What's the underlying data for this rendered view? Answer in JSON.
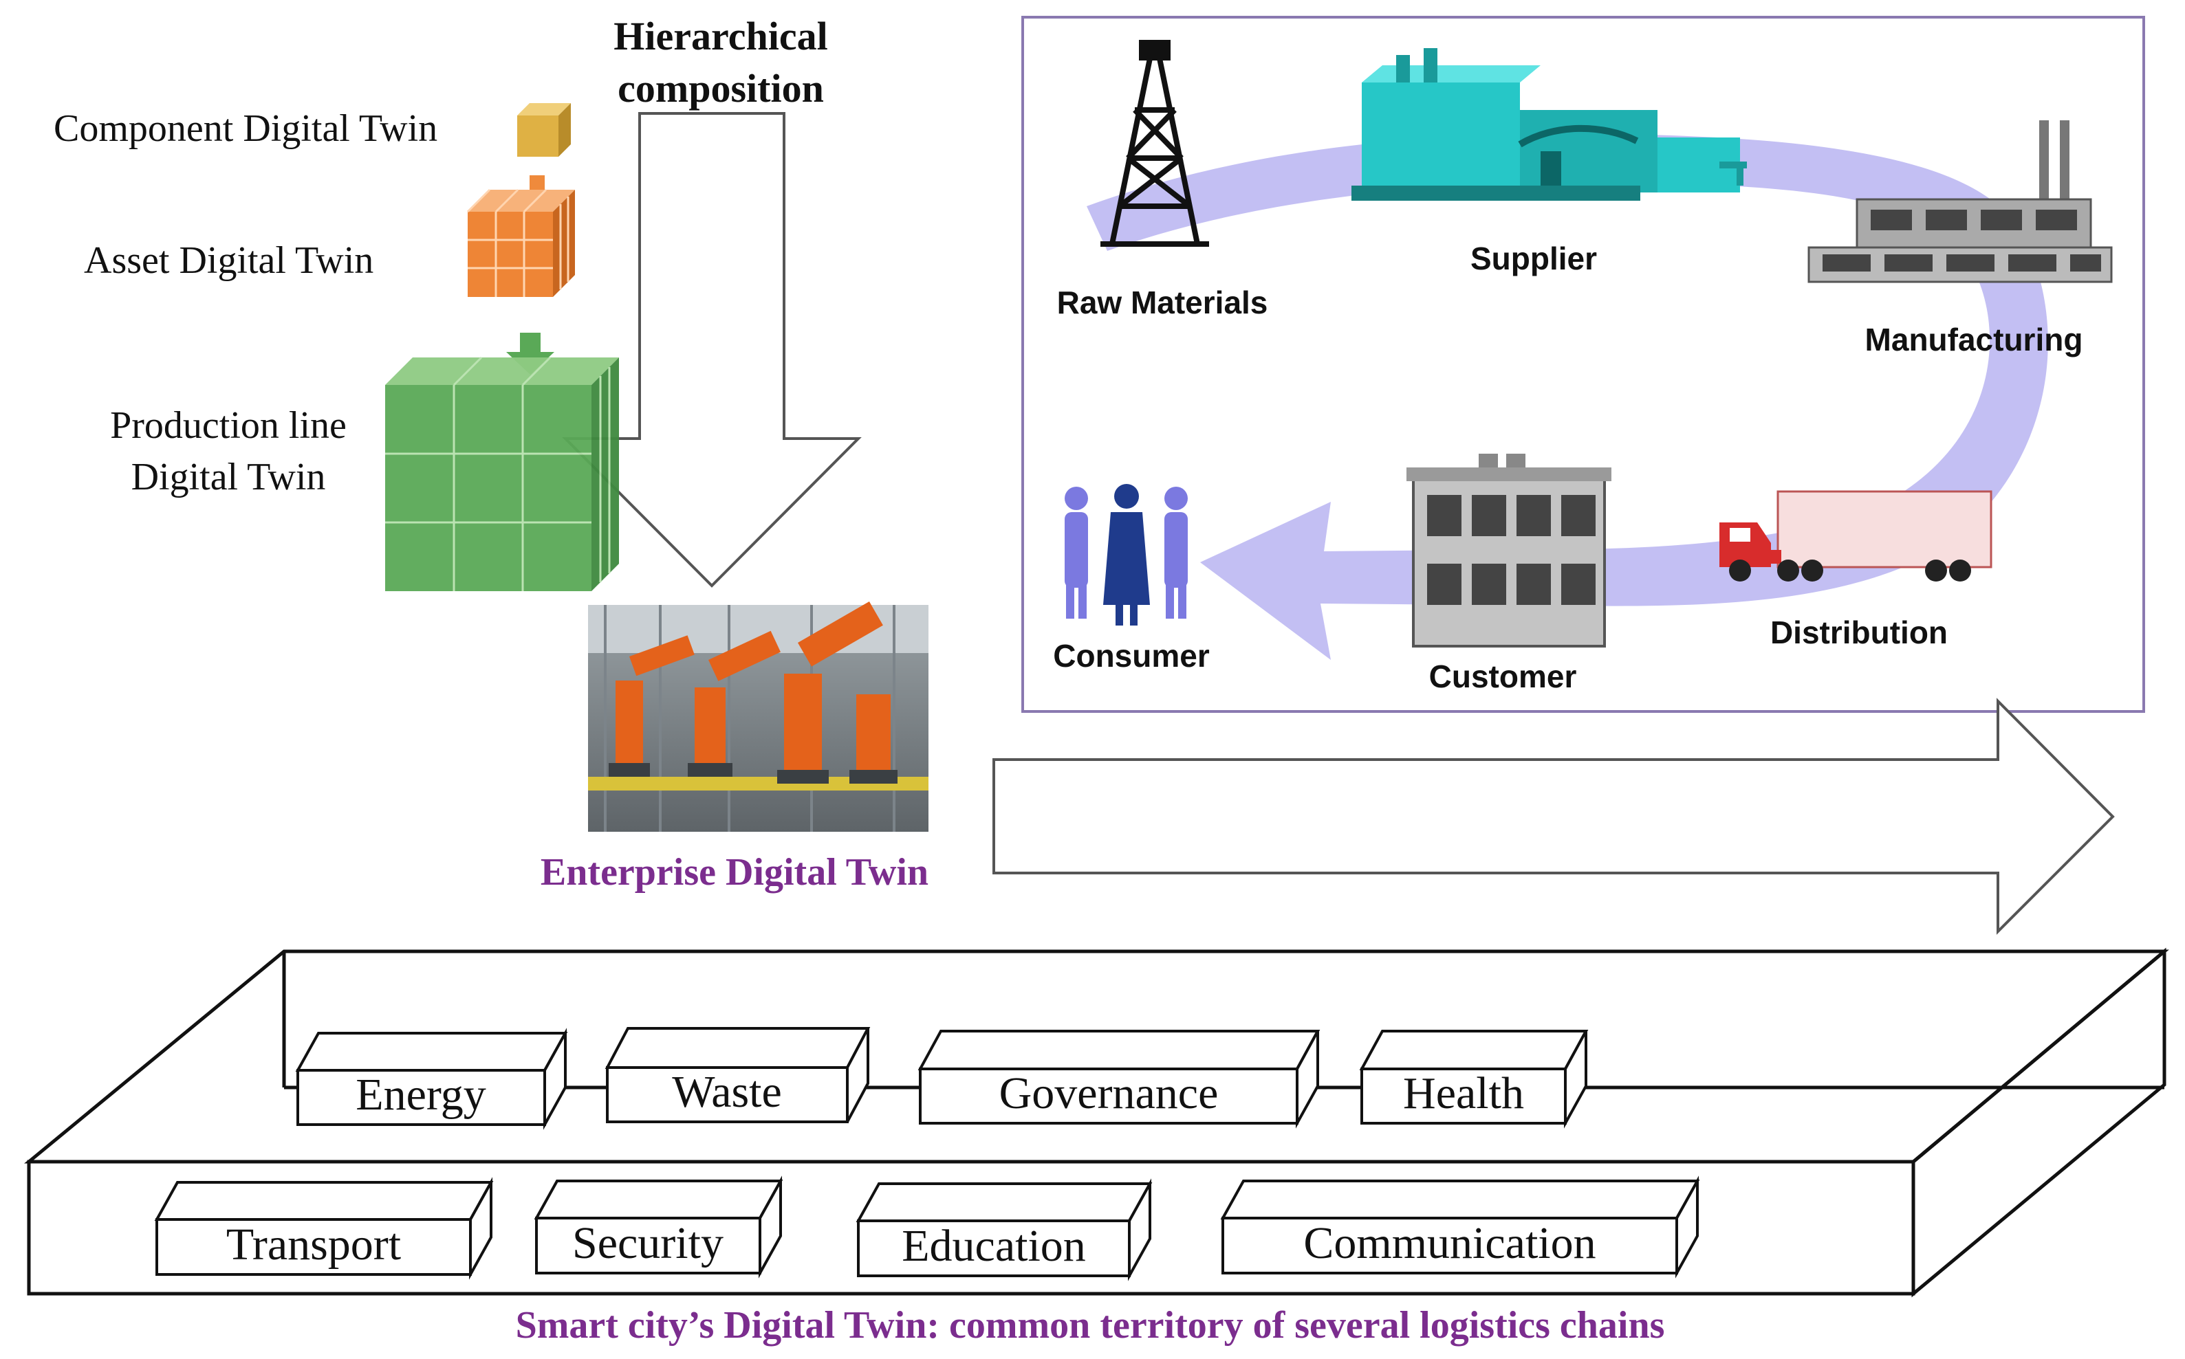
{
  "hierarchy": {
    "heading_line1": "Hierarchical",
    "heading_line2": "composition",
    "component": "Component Digital Twin",
    "asset": "Asset Digital Twin",
    "production_line1": "Production line",
    "production_line2": "Digital Twin",
    "enterprise": "Enterprise Digital Twin"
  },
  "supply_chain": {
    "raw_materials": "Raw Materials",
    "supplier": "Supplier",
    "manufacturing": "Manufacturing",
    "distribution": "Distribution",
    "customer": "Customer",
    "consumer": "Consumer"
  },
  "city": {
    "back_row": [
      "Energy",
      "Waste",
      "Governance",
      "Health"
    ],
    "front_row": [
      "Transport",
      "Security",
      "Education",
      "Communication"
    ],
    "caption": "Smart city’s Digital Twin: common territory of several logistics chains"
  },
  "colors": {
    "purple_text": "#7b2d8e",
    "component_cube": "#e0b54a",
    "asset_cube": "#ef8a3c",
    "production_cube": "#5aa957",
    "cycle_arrow": "#b9b6f0",
    "frame_border": "#8a79b0"
  }
}
